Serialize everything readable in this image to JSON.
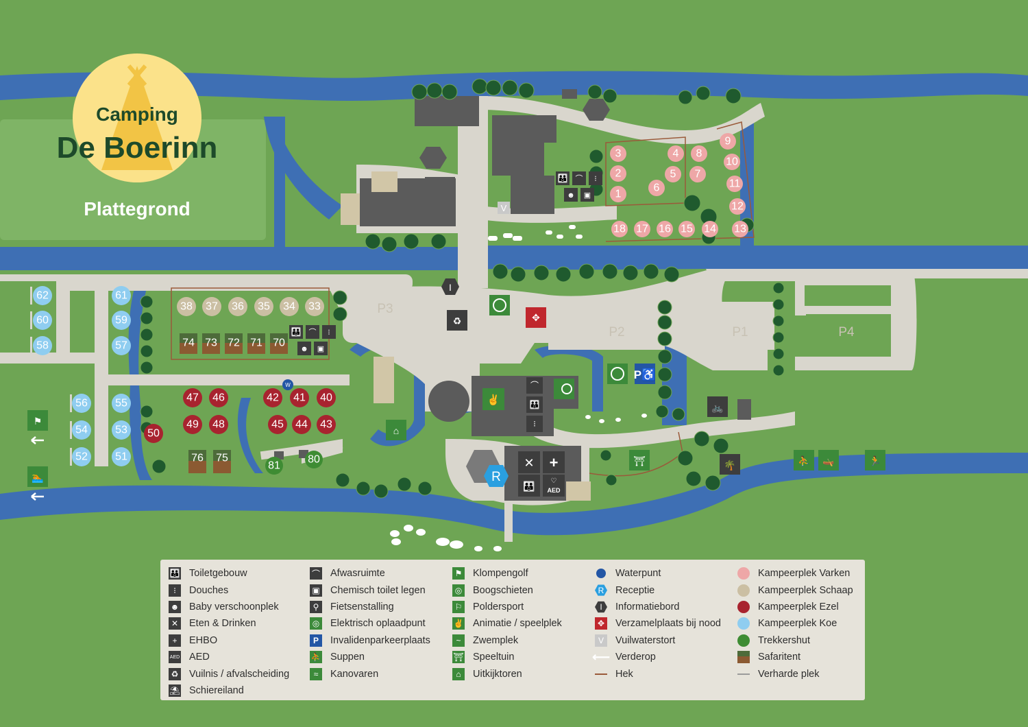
{
  "logo": {
    "line1": "Camping",
    "line2": "De Boerinn"
  },
  "subtitle": "Plattegrond",
  "parking": [
    "P1",
    "P2",
    "P3",
    "P4"
  ],
  "colors": {
    "grass": "#6ea554",
    "grass_light": "#7fb466",
    "water": "#3e6fb4",
    "path": "#d9d6cd",
    "building": "#5b5b5b",
    "pitch_pink": "#eea7a7",
    "pitch_beige": "#cbbfa3",
    "pitch_red": "#a8232f",
    "pitch_blue": "#8fcdf0",
    "pitch_green": "#3e8c33",
    "legend_bg": "#e6e3da"
  },
  "pitches": {
    "varken": [
      "1",
      "2",
      "3",
      "4",
      "5",
      "6",
      "7",
      "8",
      "9",
      "10",
      "11",
      "12",
      "13",
      "14",
      "15",
      "16",
      "17",
      "18"
    ],
    "schaap": [
      "33",
      "34",
      "35",
      "36",
      "37",
      "38"
    ],
    "safaritent": [
      "70",
      "71",
      "72",
      "73",
      "74",
      "75",
      "76"
    ],
    "ezel": [
      "40",
      "41",
      "42",
      "43",
      "44",
      "45",
      "46",
      "47",
      "48",
      "49",
      "50"
    ],
    "koe": [
      "51",
      "52",
      "53",
      "54",
      "55",
      "56",
      "57",
      "58",
      "59",
      "60",
      "61",
      "62"
    ],
    "trekkershut": [
      "80",
      "81"
    ]
  },
  "map_markers": {
    "info": "I",
    "reception": "R",
    "vuilwater": "V",
    "waterpunt": "W",
    "aed": "AED"
  },
  "legend": {
    "col1": [
      {
        "label": "Toiletgebouw",
        "icon": "toilet-icon"
      },
      {
        "label": "Douches",
        "icon": "shower-icon"
      },
      {
        "label": "Baby verschoonplek",
        "icon": "baby-change-icon"
      },
      {
        "label": "Eten & Drinken",
        "icon": "food-drink-icon"
      },
      {
        "label": "EHBO",
        "icon": "first-aid-icon"
      },
      {
        "label": "AED",
        "icon": "aed-icon"
      },
      {
        "label": "Vuilnis / afvalscheiding",
        "icon": "waste-icon"
      },
      {
        "label": "Schiereiland",
        "icon": "peninsula-icon"
      }
    ],
    "col2": [
      {
        "label": "Afwasruimte",
        "icon": "dishwash-icon"
      },
      {
        "label": "Chemisch toilet legen",
        "icon": "chemical-toilet-icon"
      },
      {
        "label": "Fietsenstalling",
        "icon": "bicycle-icon"
      },
      {
        "label": "Elektrisch oplaadpunt",
        "icon": "ev-charging-icon"
      },
      {
        "label": "Invalidenparkeerplaats",
        "icon": "disabled-parking-icon"
      },
      {
        "label": "Suppen",
        "icon": "sup-icon"
      },
      {
        "label": "Kanovaren",
        "icon": "canoe-icon"
      }
    ],
    "col3": [
      {
        "label": "Klompengolf",
        "icon": "golf-flag-icon"
      },
      {
        "label": "Boogschieten",
        "icon": "archery-icon"
      },
      {
        "label": "Poldersport",
        "icon": "polder-sport-icon"
      },
      {
        "label": "Animatie / speelplek",
        "icon": "animation-icon"
      },
      {
        "label": "Zwemplek",
        "icon": "swim-icon"
      },
      {
        "label": "Speeltuin",
        "icon": "playground-icon"
      },
      {
        "label": "Uitkijktoren",
        "icon": "watchtower-icon"
      }
    ],
    "col4": [
      {
        "label": "Waterpunt",
        "icon": "water-point-icon"
      },
      {
        "label": "Receptie",
        "icon": "reception-icon"
      },
      {
        "label": "Informatiebord",
        "icon": "info-board-icon"
      },
      {
        "label": "Verzamelplaats bij nood",
        "icon": "assembly-point-icon"
      },
      {
        "label": "Vuilwaterstort",
        "icon": "waste-water-icon"
      },
      {
        "label": "Verderop",
        "icon": "arrow-left-icon"
      },
      {
        "label": "Hek",
        "icon": "fence-line-icon"
      }
    ],
    "col5": [
      {
        "label": "Kampeerplek Varken",
        "icon": "pitch-pink-dot"
      },
      {
        "label": "Kampeerplek Schaap",
        "icon": "pitch-beige-dot"
      },
      {
        "label": "Kampeerplek Ezel",
        "icon": "pitch-red-dot"
      },
      {
        "label": "Kampeerplek Koe",
        "icon": "pitch-blue-dot"
      },
      {
        "label": "Trekkershut",
        "icon": "pitch-green-dot"
      },
      {
        "label": "Safaritent",
        "icon": "safari-tent-icon"
      },
      {
        "label": "Verharde plek",
        "icon": "paved-line-icon"
      }
    ]
  }
}
